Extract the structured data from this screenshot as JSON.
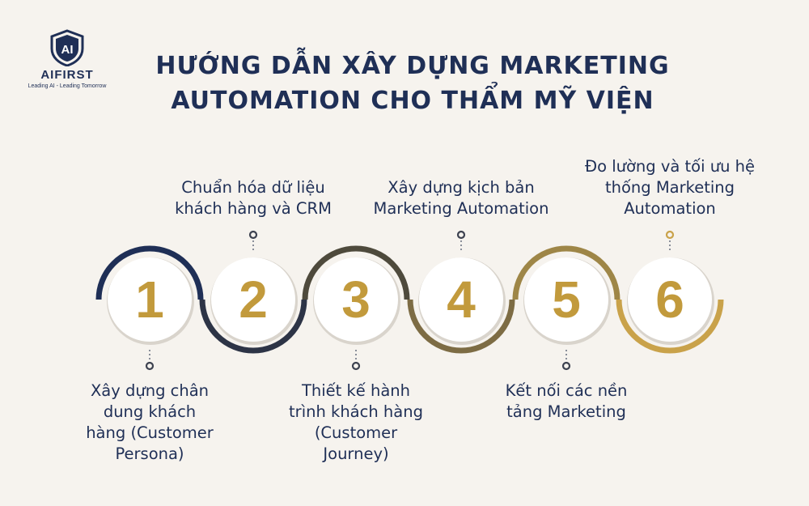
{
  "brand": {
    "mark": "AI",
    "name": "AIFIRST",
    "tagline": "Leading AI - Leading Tomorrow"
  },
  "title": {
    "line1": "HƯỚNG DẪN XÂY DỰNG MARKETING",
    "line2": "AUTOMATION CHO THẨM MỸ VIỆN"
  },
  "steps": [
    {
      "number": "1",
      "lines": [
        "Xây dựng chân",
        "dung khách",
        "hàng (Customer",
        "Persona)"
      ],
      "ring_color": "#1f2f56"
    },
    {
      "number": "2",
      "lines": [
        "Chuẩn hóa dữ liệu",
        "khách hàng và CRM"
      ],
      "ring_color": "#2d3446"
    },
    {
      "number": "3",
      "lines": [
        "Thiết kế hành",
        "trình khách hàng",
        "(Customer",
        "Journey)"
      ],
      "ring_color": "#4e4a3c"
    },
    {
      "number": "4",
      "lines": [
        "Xây dựng kịch bản",
        "Marketing Automation"
      ],
      "ring_color": "#7d6c44"
    },
    {
      "number": "5",
      "lines": [
        "Kết nối các nền",
        "tảng Marketing"
      ],
      "ring_color": "#9e8647"
    },
    {
      "number": "6",
      "lines": [
        "Đo lường và tối ưu hệ",
        "thống Marketing",
        "Automation"
      ],
      "ring_color": "#c9a24a"
    }
  ],
  "colors": {
    "background": "#f6f3ee",
    "navy": "#1f2f56",
    "number_gold": "#c29a3c"
  }
}
